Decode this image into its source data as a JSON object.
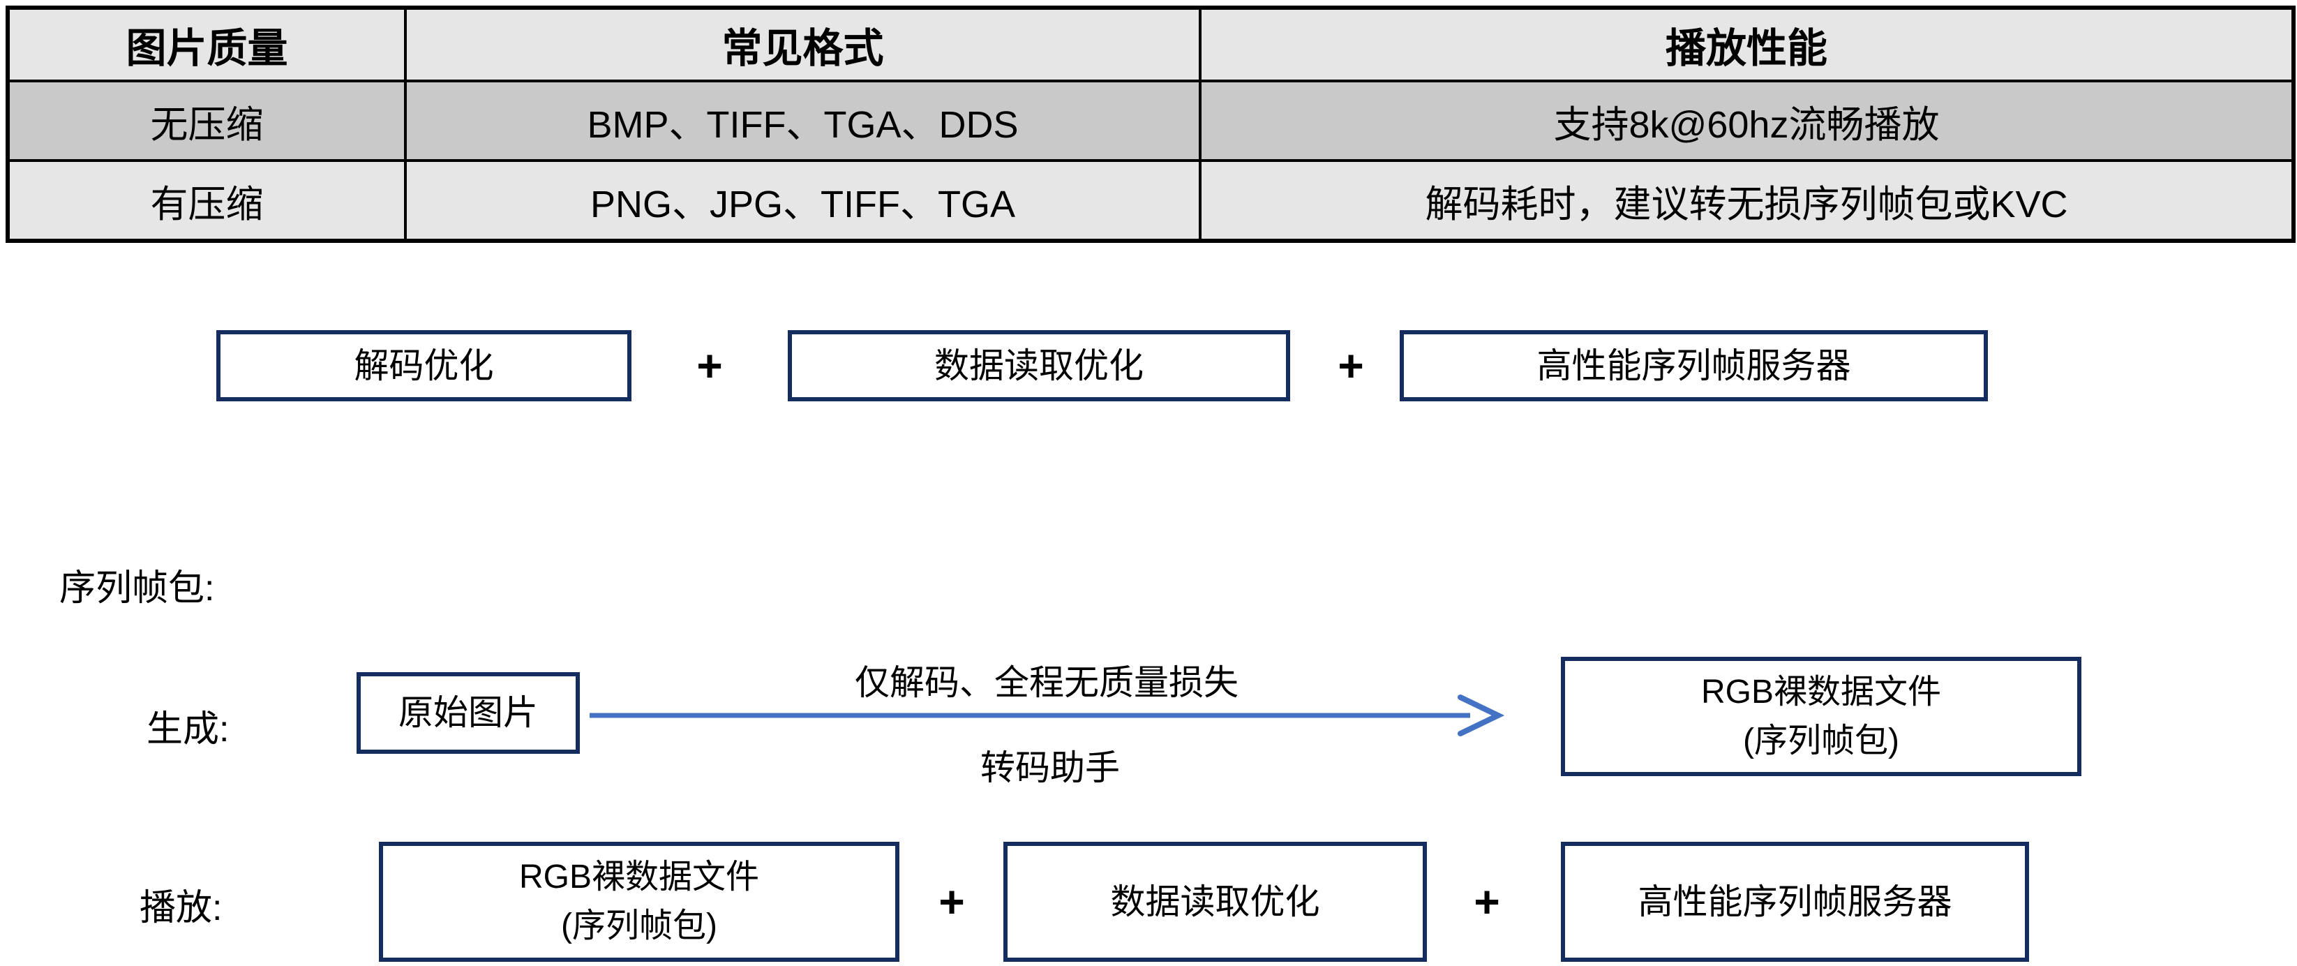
{
  "colors": {
    "table_header_bg": "#E7E6E6",
    "table_row_alt_bg": "#C9C9C9",
    "table_row_bg": "#E7E6E6",
    "table_border": "#000000",
    "box_border": "#152C5E",
    "arrow": "#4472C4",
    "text": "#000000"
  },
  "table": {
    "headers": [
      "图片质量",
      "常见格式",
      "播放性能"
    ],
    "rows": [
      {
        "cells": [
          "无压缩",
          "BMP、TIFF、TGA、DDS",
          "支持8k@60hz流畅播放"
        ]
      },
      {
        "cells": [
          "有压缩",
          "PNG、JPG、TIFF、TGA",
          "解码耗时，建议转无损序列帧包或KVC"
        ]
      }
    ]
  },
  "optimization_row": {
    "separator": "+",
    "items": [
      "解码优化",
      "数据读取优化",
      "高性能序列帧服务器"
    ]
  },
  "sequence_section": {
    "title": "序列帧包:",
    "generate": {
      "label": "生成:",
      "source_box": "原始图片",
      "arrow_label_top": "仅解码、全程无质量损失",
      "arrow_label_bottom": "转码助手",
      "result_box_line1": "RGB裸数据文件",
      "result_box_line2": "(序列帧包)"
    },
    "play": {
      "label": "播放:",
      "separator": "+",
      "box1_line1": "RGB裸数据文件",
      "box1_line2": "(序列帧包)",
      "box2": "数据读取优化",
      "box3": "高性能序列帧服务器"
    }
  }
}
